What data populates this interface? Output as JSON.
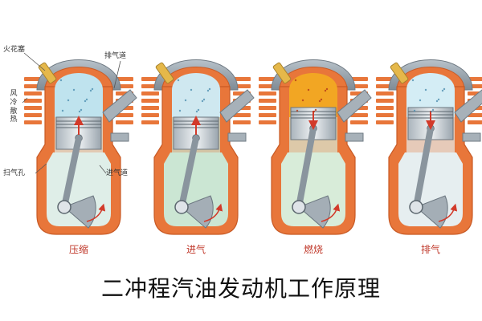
{
  "labels": {
    "spark_plug": "火花塞",
    "exhaust_port": "排气道",
    "air_cooling": "风冷散热",
    "scavenging_port": "扫气孔",
    "intake_port": "进气道"
  },
  "stages": [
    {
      "name": "压缩",
      "chamber_color": "#bfe3ee",
      "crank_color": "#dfeee8",
      "piston_dir": "up"
    },
    {
      "name": "进气",
      "chamber_color": "#cfe8f0",
      "crank_color": "#cbe6d3",
      "piston_dir": "up"
    },
    {
      "name": "燃烧",
      "chamber_color": "#f2a623",
      "crank_color": "#d8ecd9",
      "piston_dir": "down"
    },
    {
      "name": "排气",
      "chamber_color": "#d4edf5",
      "crank_color": "#e6eef0",
      "piston_dir": "down"
    }
  ],
  "title": "二冲程汽油发动机工作原理",
  "colors": {
    "casing": "#e8763a",
    "casing_dark": "#c85a25",
    "fin": "#9aa6af",
    "piston": "#d7dde2",
    "arrow": "#d23a2a",
    "spark": "#e5b84a"
  }
}
